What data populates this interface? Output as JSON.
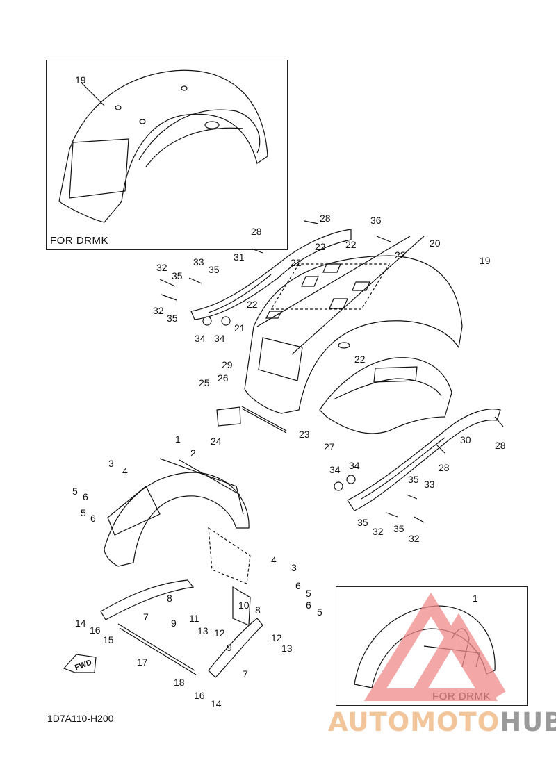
{
  "diagram": {
    "code": "1D7A110-H200",
    "fwd_label": "FWD",
    "inset_top_label": "FOR DRMK",
    "inset_bottom_label": "FOR DRMK",
    "inset_top_callout": "19",
    "inset_bottom_callout": "1"
  },
  "callouts": [
    "28",
    "28",
    "36",
    "20",
    "19",
    "22",
    "22",
    "22",
    "22",
    "22",
    "22",
    "31",
    "33",
    "35",
    "32",
    "35",
    "32",
    "35",
    "34",
    "34",
    "21",
    "29",
    "26",
    "25",
    "24",
    "23",
    "27",
    "30",
    "28",
    "28",
    "1",
    "2",
    "3",
    "4",
    "5",
    "6",
    "5",
    "6",
    "34",
    "34",
    "35",
    "33",
    "35",
    "32",
    "35",
    "32",
    "4",
    "3",
    "6",
    "5",
    "6",
    "5",
    "8",
    "11",
    "9",
    "7",
    "14",
    "16",
    "15",
    "10",
    "8",
    "13",
    "12",
    "9",
    "12",
    "13",
    "17",
    "18",
    "7",
    "16",
    "14"
  ],
  "watermark": {
    "part1": "AUTOMOTO",
    "part2": "HUB",
    "color1": "#f3c59a",
    "color2": "#9a9a9a",
    "logo_color": "#f08a8a"
  }
}
